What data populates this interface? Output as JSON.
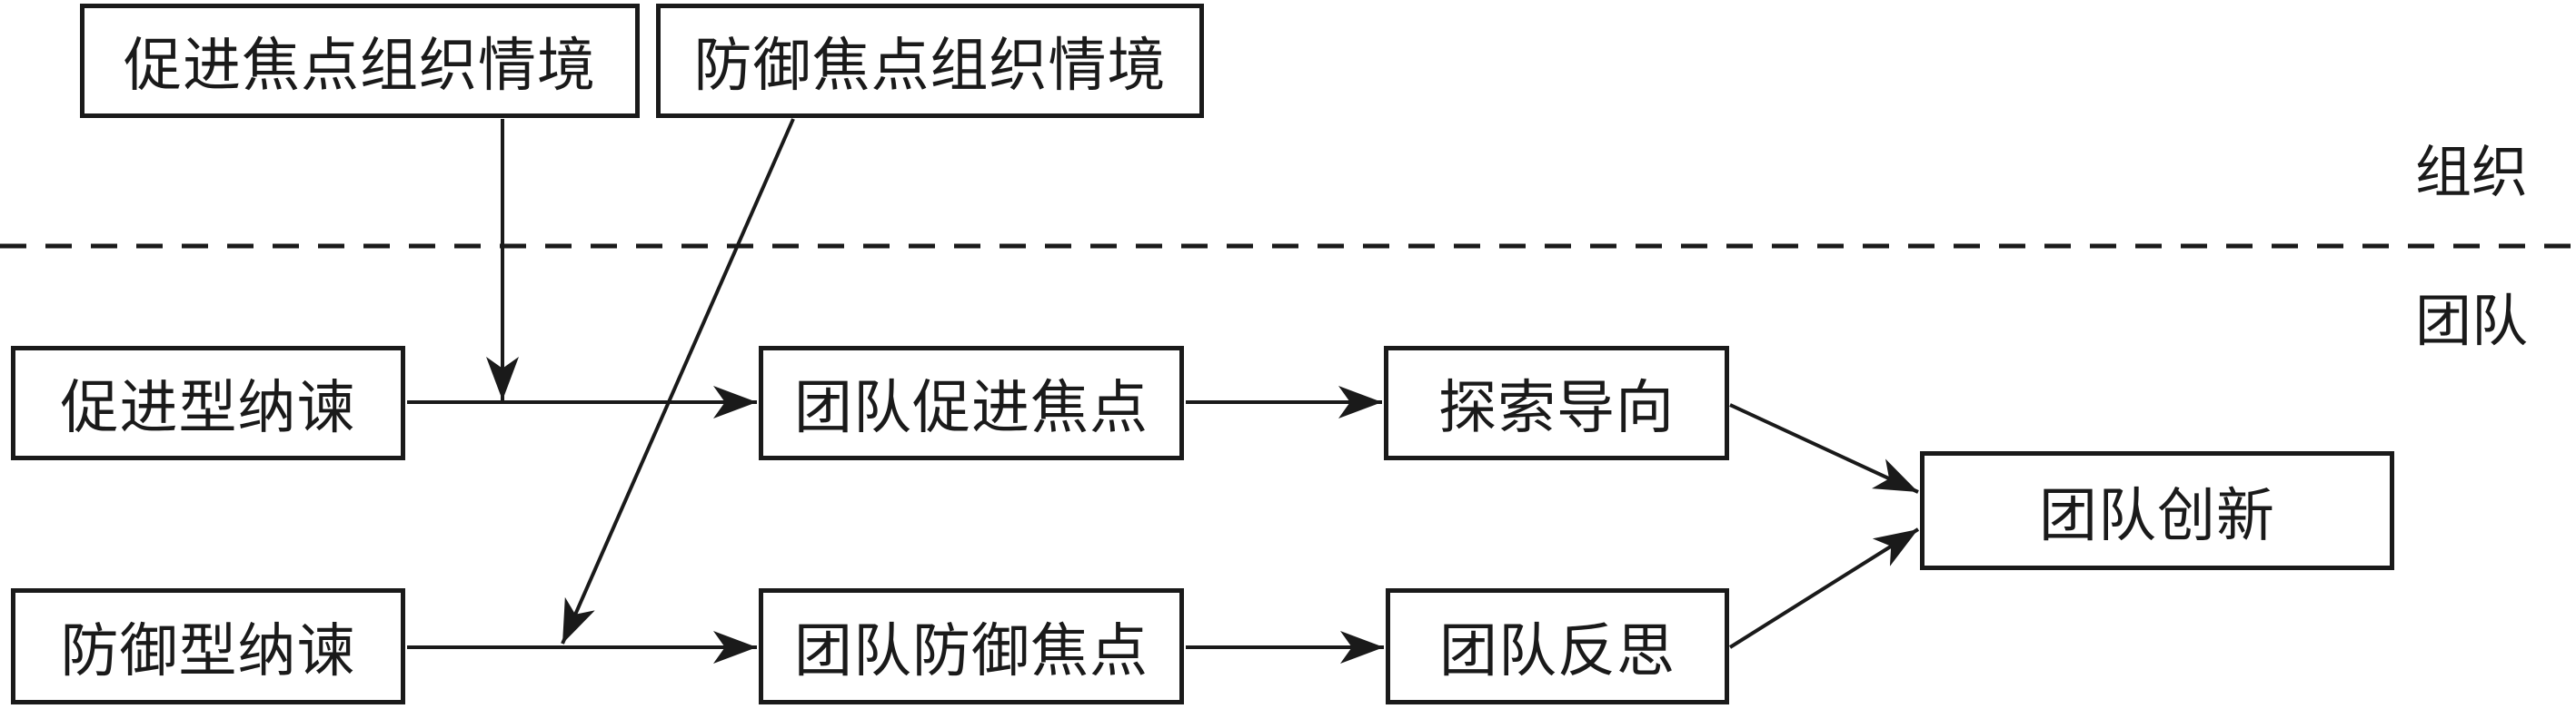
{
  "diagram": {
    "colors": {
      "line": "#1a1a1a",
      "background": "#ffffff"
    },
    "levels": {
      "organization": "组织",
      "team": "团队"
    },
    "nodes": [
      {
        "id": "promotion-context",
        "label": "促进焦点组织情境"
      },
      {
        "id": "prevention-context",
        "label": "防御焦点组织情境"
      },
      {
        "id": "promotion-voice",
        "label": "促进型纳谏"
      },
      {
        "id": "prevention-voice",
        "label": "防御型纳谏"
      },
      {
        "id": "team-promotion-focus",
        "label": "团队促进焦点"
      },
      {
        "id": "team-prevention-focus",
        "label": "团队防御焦点"
      },
      {
        "id": "exploration-orientation",
        "label": "探索导向"
      },
      {
        "id": "team-reflexivity",
        "label": "团队反思"
      },
      {
        "id": "team-innovation",
        "label": "团队创新"
      }
    ],
    "edges": [
      {
        "from": "促进焦点组织情境",
        "to": "促进型纳谏→团队促进焦点",
        "type": "moderation-arrow"
      },
      {
        "from": "防御焦点组织情境",
        "to": "防御型纳谏→团队防御焦点",
        "type": "moderation-arrow"
      },
      {
        "from": "促进型纳谏",
        "to": "团队促进焦点",
        "type": "arrow"
      },
      {
        "from": "防御型纳谏",
        "to": "团队防御焦点",
        "type": "arrow"
      },
      {
        "from": "团队促进焦点",
        "to": "探索导向",
        "type": "arrow"
      },
      {
        "from": "团队防御焦点",
        "to": "团队反思",
        "type": "arrow"
      },
      {
        "from": "探索导向",
        "to": "团队创新",
        "type": "arrow"
      },
      {
        "from": "团队反思",
        "to": "团队创新",
        "type": "arrow"
      }
    ]
  }
}
